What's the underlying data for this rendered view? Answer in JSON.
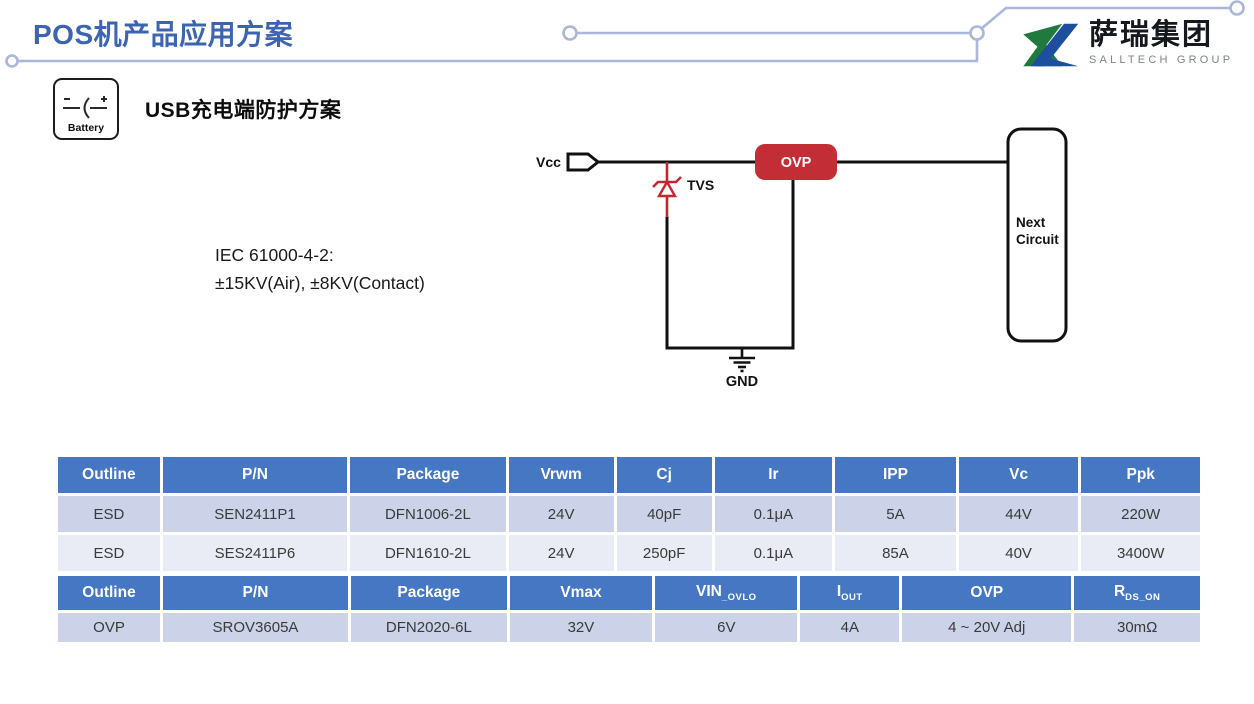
{
  "slide": {
    "title": "POS机产品应用方案",
    "section_heading": "USB充电端防护方案",
    "battery_label": "Battery",
    "iec_line1": "IEC 61000-4-2:",
    "iec_line2": "±15KV(Air), ±8KV(Contact)"
  },
  "logo": {
    "name_cn": "萨瑞集团",
    "name_en": "SALLTECH GROUP",
    "mark_green": "#20793F",
    "mark_blue": "#1E4F9E"
  },
  "diagram": {
    "vcc_label": "Vcc",
    "tvs_label": "TVS",
    "ovp_label": "OVP",
    "gnd_label": "GND",
    "next_circuit_line1": "Next",
    "next_circuit_line2": "Circuit"
  },
  "tables": [
    {
      "headers": [
        {
          "t": "Outline"
        },
        {
          "t": "P/N"
        },
        {
          "t": "Package"
        },
        {
          "t": "Vrwm"
        },
        {
          "t": "Cj"
        },
        {
          "t": "Ir"
        },
        {
          "t": "IPP"
        },
        {
          "t": "Vc"
        },
        {
          "t": "Ppk"
        }
      ],
      "col_widths": [
        9.1,
        16.5,
        13.9,
        9.4,
        8.5,
        10.5,
        10.8,
        10.7,
        10.6
      ],
      "rows": [
        [
          "ESD",
          "SEN2411P1",
          "DFN1006-2L",
          "24V",
          "40pF",
          "0.1μA",
          "5A",
          "44V",
          "220W"
        ],
        [
          "ESD",
          "SES2411P6",
          "DFN1610-2L",
          "24V",
          "250pF",
          "0.1μA",
          "85A",
          "40V",
          "3400W"
        ]
      ]
    },
    {
      "headers": [
        {
          "t": "Outline"
        },
        {
          "t": "P/N"
        },
        {
          "t": "Package"
        },
        {
          "t": "Vmax"
        },
        {
          "t": "VIN",
          "s": "_OVLO"
        },
        {
          "t": "I",
          "s": "OUT"
        },
        {
          "t": "OVP"
        },
        {
          "t": "R",
          "s": "DS_ON"
        }
      ],
      "col_widths": [
        9.1,
        16.5,
        13.9,
        12.7,
        12.7,
        8.8,
        15.1,
        11.2
      ],
      "rows": [
        [
          "OVP",
          "SROV3605A",
          "DFN2020-6L",
          "32V",
          "6V",
          "4A",
          "4 ~ 20V Adj",
          "30mΩ"
        ]
      ]
    }
  ],
  "colors": {
    "header-bg": "#4577C3",
    "row-a": "#CCD3E8",
    "row-b": "#E9ECF5",
    "title-blue": "#3C64B1",
    "trace": "#AAB7DA",
    "tvs-red": "#C0272E",
    "ovp-fill": "#C22D36"
  }
}
